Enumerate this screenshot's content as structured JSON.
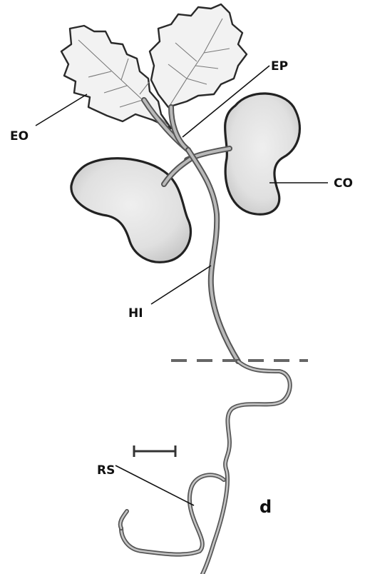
{
  "figure": {
    "panel_label": "d",
    "labels": {
      "eo": "EO",
      "ep": "EP",
      "co": "CO",
      "hi": "HI",
      "rs": "RS"
    }
  }
}
